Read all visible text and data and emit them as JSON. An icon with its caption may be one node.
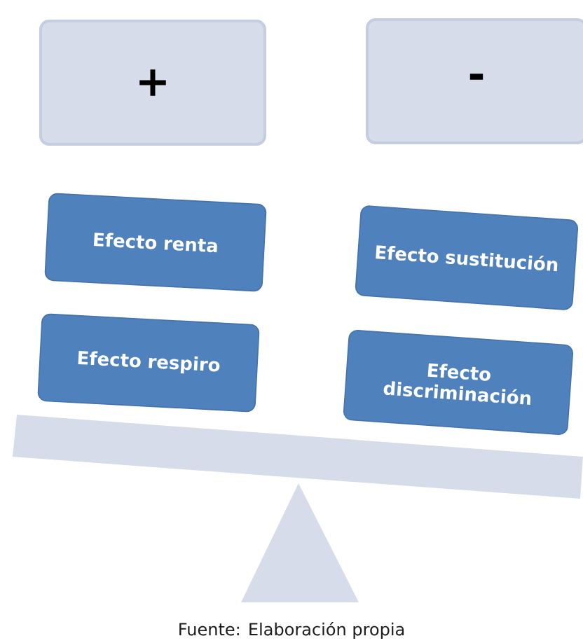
{
  "diagram": {
    "caption": "Fuente: Elaboración propia",
    "nodes": [
      {
        "text": [
          "+"
        ]
      },
      {
        "text": [
          "-"
        ]
      },
      {
        "text": [
          "Efecto renta"
        ]
      },
      {
        "text": [
          "Efecto sustitución"
        ]
      },
      {
        "text": [
          "Efecto respiro"
        ]
      },
      {
        "text": [
          "Efecto discriminación"
        ]
      }
    ]
  }
}
